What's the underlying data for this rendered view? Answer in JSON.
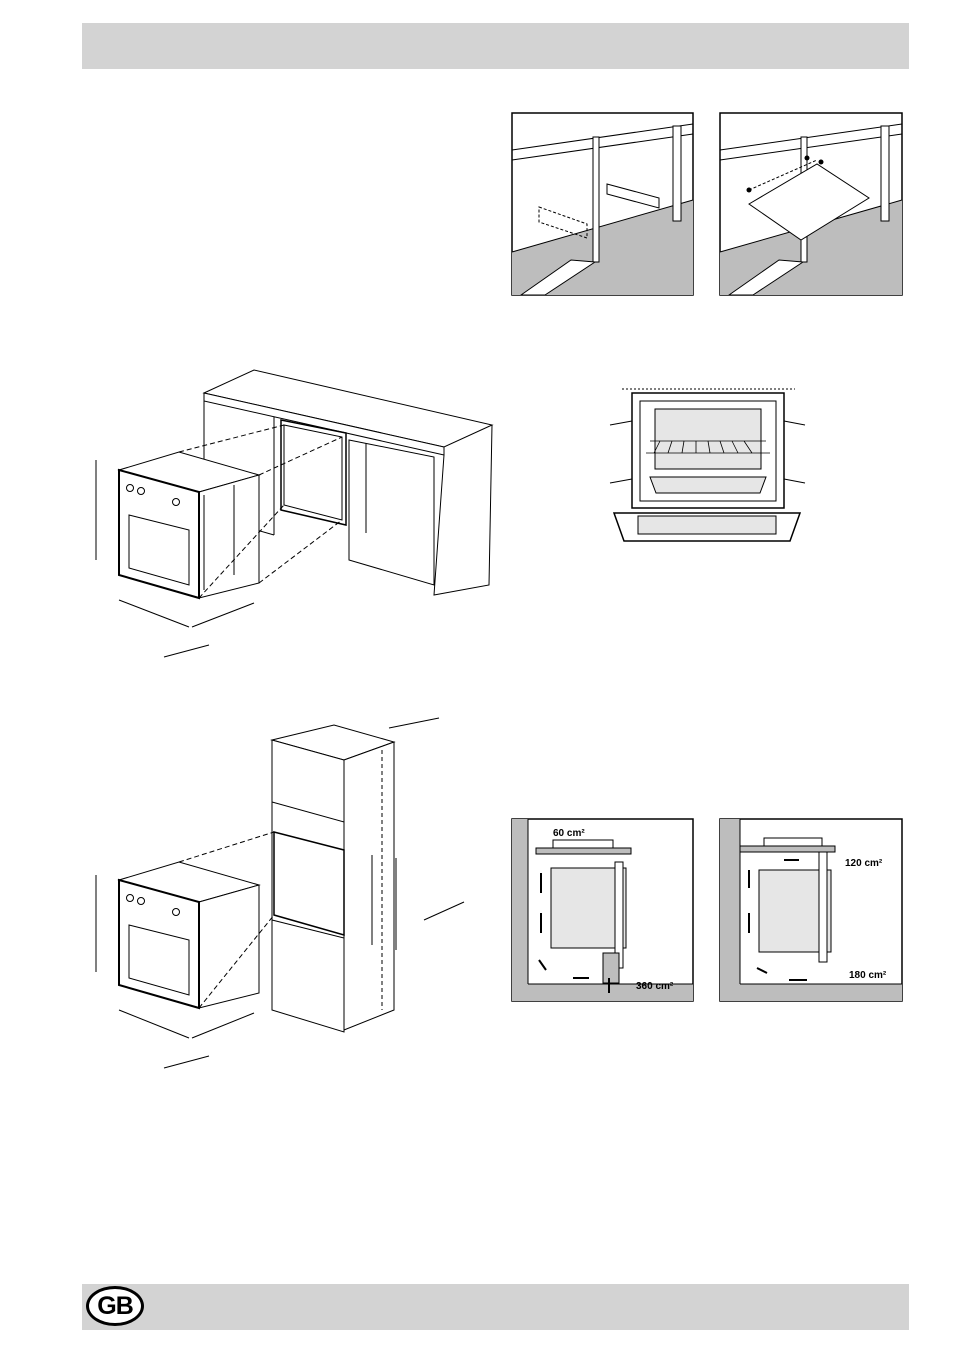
{
  "footer": {
    "country_code": "GB"
  },
  "ventilation": {
    "left": {
      "top_label": "60 cm²",
      "bottom_label": "360 cm²"
    },
    "right": {
      "top_label": "120 cm²",
      "bottom_label": "180 cm²"
    }
  }
}
